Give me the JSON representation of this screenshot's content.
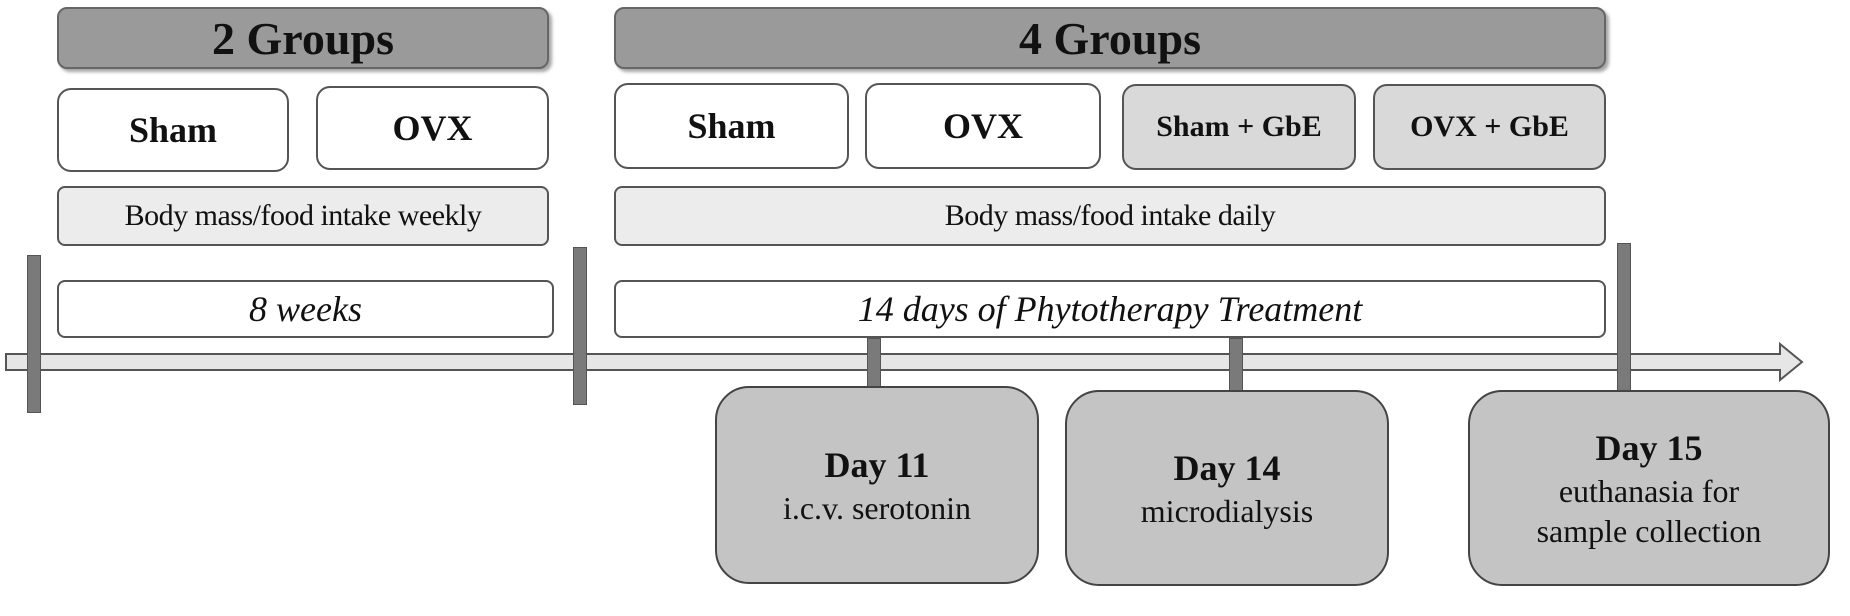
{
  "phase1": {
    "header": "2 Groups",
    "groups": [
      "Sham",
      "OVX"
    ],
    "intake": "Body mass/food intake weekly",
    "duration": "8 weeks"
  },
  "phase2": {
    "header": "4 Groups",
    "groups": [
      "Sham",
      "OVX",
      "Sham + GbE",
      "OVX + GbE"
    ],
    "intake": "Body mass/food intake daily",
    "duration": "14 days of Phytotherapy Treatment"
  },
  "events": [
    {
      "day": "Day 11",
      "lines": [
        "i.c.v. serotonin"
      ]
    },
    {
      "day": "Day 14",
      "lines": [
        "microdialysis"
      ]
    },
    {
      "day": "Day 15",
      "lines": [
        "euthanasia for",
        "sample collection"
      ]
    }
  ]
}
